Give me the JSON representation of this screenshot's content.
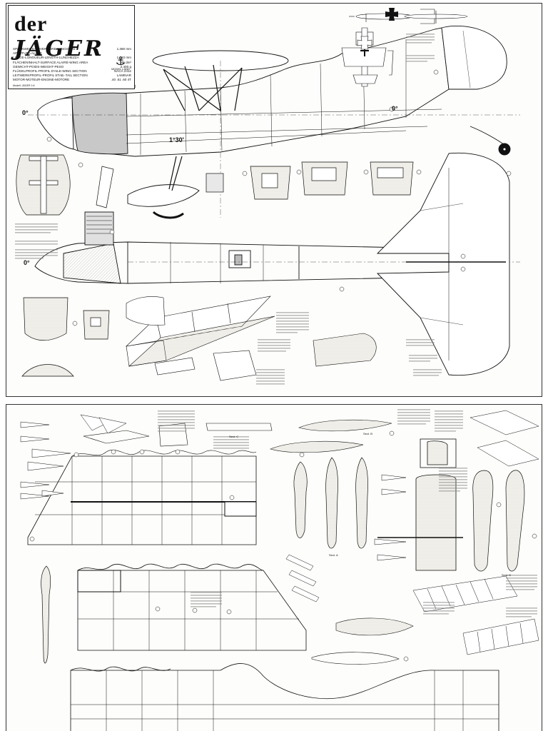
{
  "title": {
    "article": "der",
    "name": "JÄGER"
  },
  "specs": [
    {
      "label": "SPANNWEITE-ENVERGURE-WINGSPAN-APERTURA ALARE",
      "value": "1.380 mm"
    },
    {
      "label": "LÄNGE-LONGUEUR-LENGTH-LUNGHEZZA",
      "value": "1.310 mm"
    },
    {
      "label": "FLÄCHENINHALT-SURFACE ALAIRE-WING AREA",
      "value": "45 dm²"
    },
    {
      "label": "GEWICHT-POIDS-WEIGHT-PESO",
      "value": "2.400 g"
    },
    {
      "label": "FLÜGELPROFIL-PROFIL D'AILE-WING SECTION",
      "value": "NACA 2412"
    },
    {
      "label": "LEITWERKPROFIL-PROFIL STAB.-TAIL SECTION",
      "value": "LAMINAR"
    },
    {
      "label": "MOTOR-MOTEUR-ENGINE-MOTORE",
      "value": ".40 .61 .60 4T"
    }
  ],
  "logo_text": "MODEL LAND",
  "footnote": "Modell: JÄGER  1:6",
  "angles": {
    "nose_top": "0°",
    "wing_root": "1°30'",
    "tail_top": "0°",
    "nose_plan": "0°"
  },
  "section_labels": [
    "Sect. C",
    "Sect. B",
    "Sect. A",
    "Sect. D"
  ],
  "colors": {
    "paper": "#fdfdfb",
    "ink": "#111111",
    "shading": "#c8c8c8",
    "wood": "#d9d3c4"
  },
  "icons": [
    "anchor-logo-icon",
    "iron-cross-icon",
    "wheel-icon"
  ]
}
